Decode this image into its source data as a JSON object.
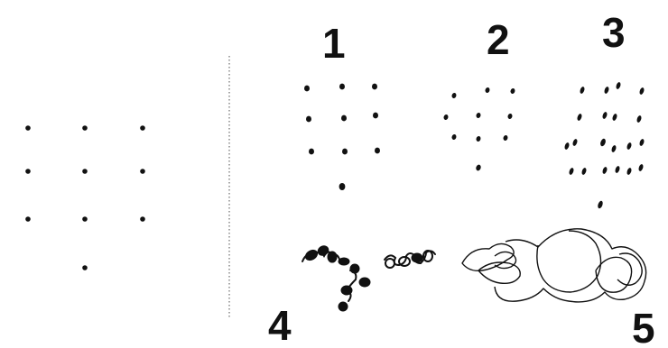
{
  "panels": [
    {
      "id": "reference",
      "label": ""
    },
    {
      "id": "p1",
      "label": "1"
    },
    {
      "id": "p2",
      "label": "2"
    },
    {
      "id": "p3",
      "label": "3"
    },
    {
      "id": "p4",
      "label": "4"
    },
    {
      "id": "p5",
      "label": "5"
    }
  ],
  "colors": {
    "ink": "#111111",
    "divider": "#8a8a8a",
    "background": "#ffffff"
  }
}
